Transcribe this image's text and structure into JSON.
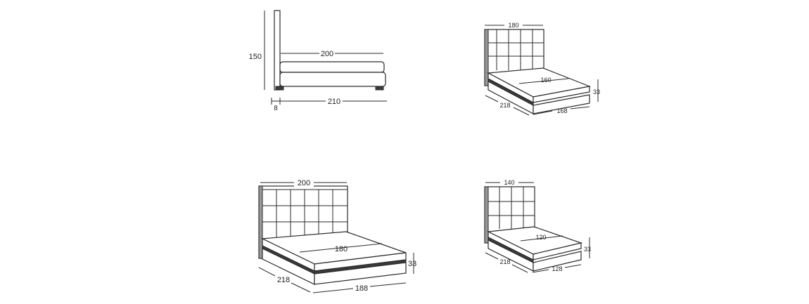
{
  "side_view": {
    "height_label": "150",
    "length_label": "200",
    "total_length_label": "210",
    "headboard_depth_label": "8"
  },
  "bed_180": {
    "headboard_width_label": "180",
    "mattress_width_label": "160",
    "height_label": "33",
    "length_label": "218",
    "base_width_label": "168"
  },
  "bed_200": {
    "headboard_width_label": "200",
    "mattress_width_label": "180",
    "height_label": "33",
    "length_label": "218",
    "base_width_label": "188"
  },
  "bed_140": {
    "headboard_width_label": "140",
    "mattress_width_label": "120",
    "height_label": "33",
    "length_label": "218",
    "base_width_label": "128"
  }
}
